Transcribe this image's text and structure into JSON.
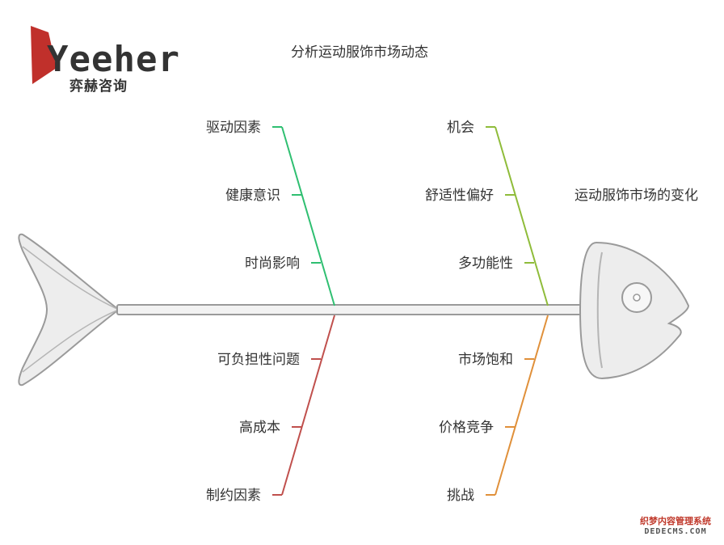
{
  "logo": {
    "text": "Yeeher",
    "subtitle": "弈赫咨询"
  },
  "title": "分析运动服饰市场动态",
  "head_label": "运动服饰市场的变化",
  "categories": [
    {
      "key": "drivers",
      "color": "#2fbf71",
      "label": "驱动因素",
      "items": [
        "健康意识",
        "时尚影响"
      ]
    },
    {
      "key": "constraints",
      "color": "#c0504d",
      "label": "制约因素",
      "items": [
        "可负担性问题",
        "高成本"
      ]
    },
    {
      "key": "opportunities",
      "color": "#8fbc3a",
      "label": "机会",
      "items": [
        "舒适性偏好",
        "多功能性"
      ]
    },
    {
      "key": "challenges",
      "color": "#e0903a",
      "label": "挑战",
      "items": [
        "市场饱和",
        "价格竞争"
      ]
    }
  ],
  "watermark": {
    "line1": "织梦内容管理系统",
    "line2": "DEDECMS.COM"
  }
}
